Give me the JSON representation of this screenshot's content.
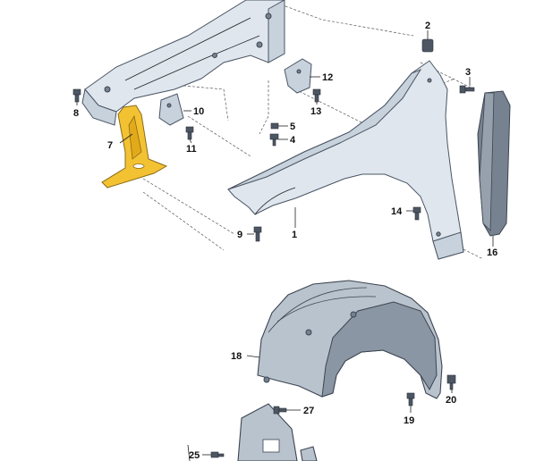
{
  "diagram": {
    "colors": {
      "highlight": "#f3c233",
      "part_light": "#dfe6ee",
      "part_dark": "#76828f",
      "liner": "#b9c3ce"
    },
    "callouts": [
      {
        "id": "1",
        "label": "1"
      },
      {
        "id": "2",
        "label": "2"
      },
      {
        "id": "3",
        "label": "3"
      },
      {
        "id": "4",
        "label": "4"
      },
      {
        "id": "5",
        "label": "5"
      },
      {
        "id": "7",
        "label": "7",
        "highlighted": true
      },
      {
        "id": "8",
        "label": "8"
      },
      {
        "id": "9",
        "label": "9"
      },
      {
        "id": "10",
        "label": "10"
      },
      {
        "id": "11",
        "label": "11"
      },
      {
        "id": "12",
        "label": "12"
      },
      {
        "id": "13",
        "label": "13"
      },
      {
        "id": "14",
        "label": "14"
      },
      {
        "id": "16",
        "label": "16"
      },
      {
        "id": "18",
        "label": "18"
      },
      {
        "id": "19",
        "label": "19"
      },
      {
        "id": "20",
        "label": "20"
      },
      {
        "id": "25",
        "label": "25"
      },
      {
        "id": "27",
        "label": "27"
      }
    ]
  }
}
